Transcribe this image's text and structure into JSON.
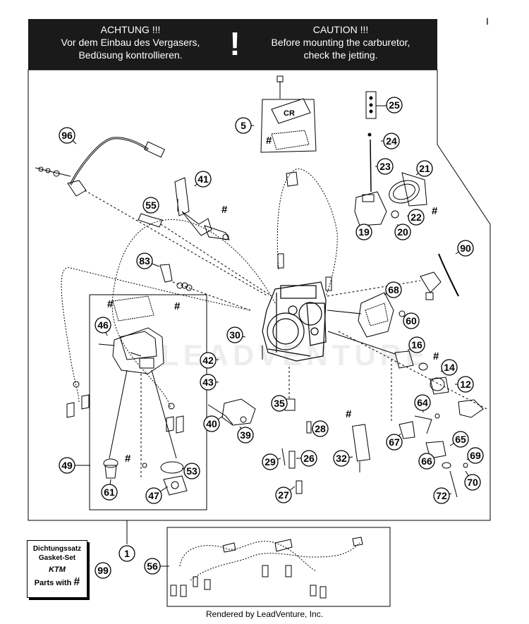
{
  "warning": {
    "de_title": "ACHTUNG !!!",
    "de_line1": "Vor dem Einbau des Vergasers,",
    "de_line2": "Bedüsung kontrollieren.",
    "symbol": "!",
    "en_title": "CAUTION !!!",
    "en_line1": "Before mounting the carburetor,",
    "en_line2": "check the jetting."
  },
  "page_mark": "I",
  "gasket_legend": {
    "line1": "Dichtungssatz",
    "line2": "Gasket-Set",
    "brand": "KTM",
    "parts_with": "Parts with",
    "symbol": "#"
  },
  "watermark": "LEADVENTURE",
  "footer": "Rendered by LeadVenture, Inc.",
  "callouts": [
    "1",
    "5",
    "12",
    "14",
    "16",
    "19",
    "20",
    "21",
    "22",
    "23",
    "24",
    "25",
    "26",
    "27",
    "28",
    "29",
    "30",
    "32",
    "35",
    "39",
    "40",
    "41",
    "42",
    "43",
    "46",
    "47",
    "49",
    "53",
    "55",
    "56",
    "60",
    "61",
    "64",
    "65",
    "66",
    "67",
    "68",
    "69",
    "70",
    "72",
    "83",
    "90",
    "96",
    "99"
  ],
  "hash_marks": "#",
  "colors": {
    "line": "#000000",
    "banner": "#1a1a1a",
    "bubble_fill": "#ffffff"
  }
}
